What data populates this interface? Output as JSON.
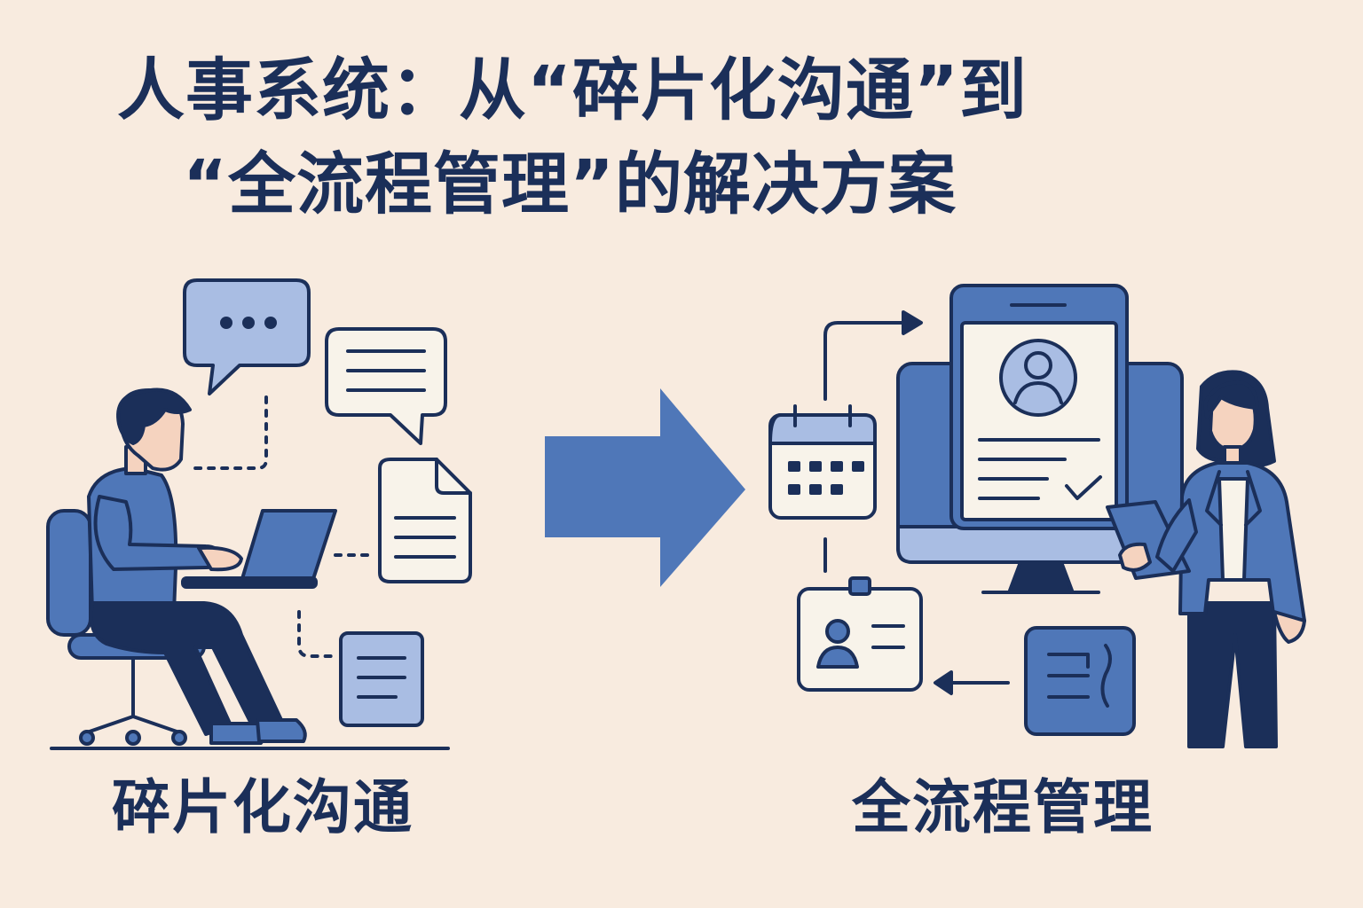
{
  "title": {
    "line1": "人事系统：从“碎片化沟通”到",
    "line2": "“全流程管理”的解决方案"
  },
  "labels": {
    "left": "碎片化沟通",
    "right": "全流程管理"
  },
  "icons": {
    "left": [
      "chat-bubble-dots-icon",
      "chat-bubble-lines-icon",
      "document-icon",
      "note-icon",
      "laptop-icon",
      "office-chair-icon"
    ],
    "center": "right-arrow-icon",
    "right": [
      "calendar-icon",
      "monitor-icon",
      "profile-document-icon",
      "checkmark-icon",
      "id-badge-icon",
      "binder-icon"
    ]
  },
  "colors": {
    "background": "#f8ebdf",
    "navy": "#1b2f59",
    "blue": "#4f77b8",
    "light_blue": "#a9bde3",
    "paper": "#f8f3ea",
    "skin": "#f5d3bf"
  }
}
